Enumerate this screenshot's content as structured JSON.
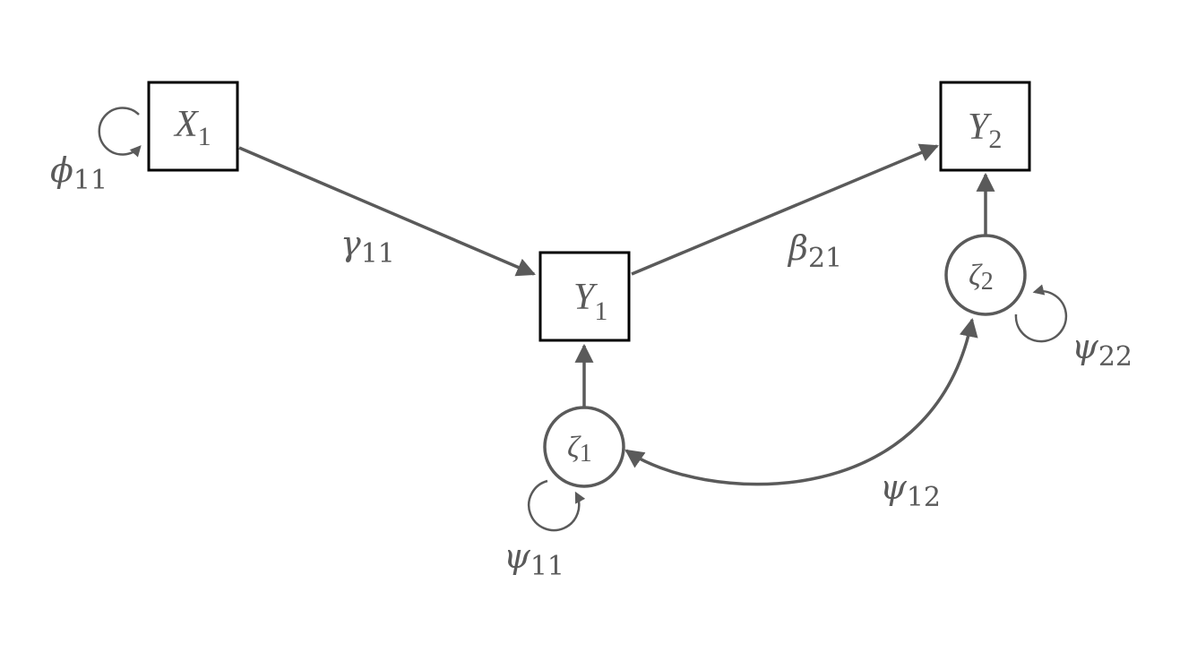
{
  "diagram": {
    "type": "path-diagram",
    "colors": {
      "box_border": "#000000",
      "line": "#5a5a5a",
      "text": "#5a5a5a",
      "background": "#ffffff"
    },
    "nodes": [
      {
        "id": "X1",
        "shape": "square",
        "symbol": "X",
        "subscript": "1"
      },
      {
        "id": "Y1",
        "shape": "square",
        "symbol": "Y",
        "subscript": "1"
      },
      {
        "id": "Y2",
        "shape": "square",
        "symbol": "Y",
        "subscript": "2"
      },
      {
        "id": "zeta1",
        "shape": "circle",
        "symbol": "ζ",
        "subscript": "1"
      },
      {
        "id": "zeta2",
        "shape": "circle",
        "symbol": "ζ",
        "subscript": "2"
      }
    ],
    "paths": [
      {
        "from": "X1",
        "to": "Y1",
        "label_symbol": "γ",
        "label_subscript": "11"
      },
      {
        "from": "Y1",
        "to": "Y2",
        "label_symbol": "β",
        "label_subscript": "21"
      },
      {
        "from": "zeta1",
        "to": "Y1",
        "label_symbol": "",
        "label_subscript": ""
      },
      {
        "from": "zeta2",
        "to": "Y2",
        "label_symbol": "",
        "label_subscript": ""
      },
      {
        "from": "zeta2",
        "to": "zeta1",
        "bidirectional": true,
        "label_symbol": "ψ",
        "label_subscript": "12"
      }
    ],
    "variances": [
      {
        "node": "X1",
        "label_symbol": "ϕ",
        "label_subscript": "11"
      },
      {
        "node": "zeta1",
        "label_symbol": "ψ",
        "label_subscript": "11"
      },
      {
        "node": "zeta2",
        "label_symbol": "ψ",
        "label_subscript": "22"
      }
    ]
  }
}
